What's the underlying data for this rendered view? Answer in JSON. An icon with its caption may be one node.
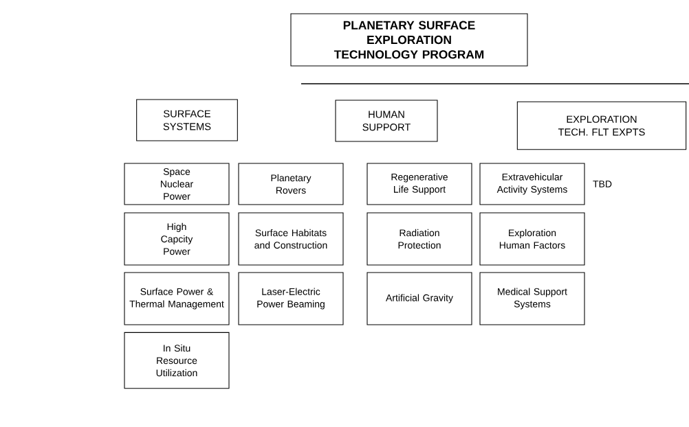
{
  "diagram": {
    "nodes": [
      {
        "text": [
          "PLANETARY SURFACE EXPLORATION TECHNOLOGY PROGRAM"
        ]
      },
      {
        "text": [
          "SURFACE SYSTEMS"
        ]
      },
      {
        "text": [
          "HUMAN SUPPORT"
        ]
      },
      {
        "text": [
          "EXPLORATION TECH. FLT EXPTS"
        ]
      },
      {
        "text": [
          "Space Nuclear Power"
        ]
      },
      {
        "text": [
          "Planetary Rovers"
        ]
      },
      {
        "text": [
          "High Capcity Power"
        ]
      },
      {
        "text": [
          "Surface Habitats and Construction"
        ]
      },
      {
        "text": [
          "Surface Power & Thermal Management"
        ]
      },
      {
        "text": [
          "Laser-Electric Power Beaming"
        ]
      },
      {
        "text": [
          "In Situ Resource Utilization"
        ]
      },
      {
        "text": [
          "Regenerative Life Support"
        ]
      },
      {
        "text": [
          "Extravehicular Activity Systems"
        ]
      },
      {
        "text": [
          "Radiation Protection"
        ]
      },
      {
        "text": [
          "Exploration Human Factors"
        ]
      },
      {
        "text": [
          "Artificial Gravity"
        ]
      },
      {
        "text": [
          "Medical Support Systems"
        ]
      }
    ],
    "labels": [
      "TBD"
    ]
  }
}
